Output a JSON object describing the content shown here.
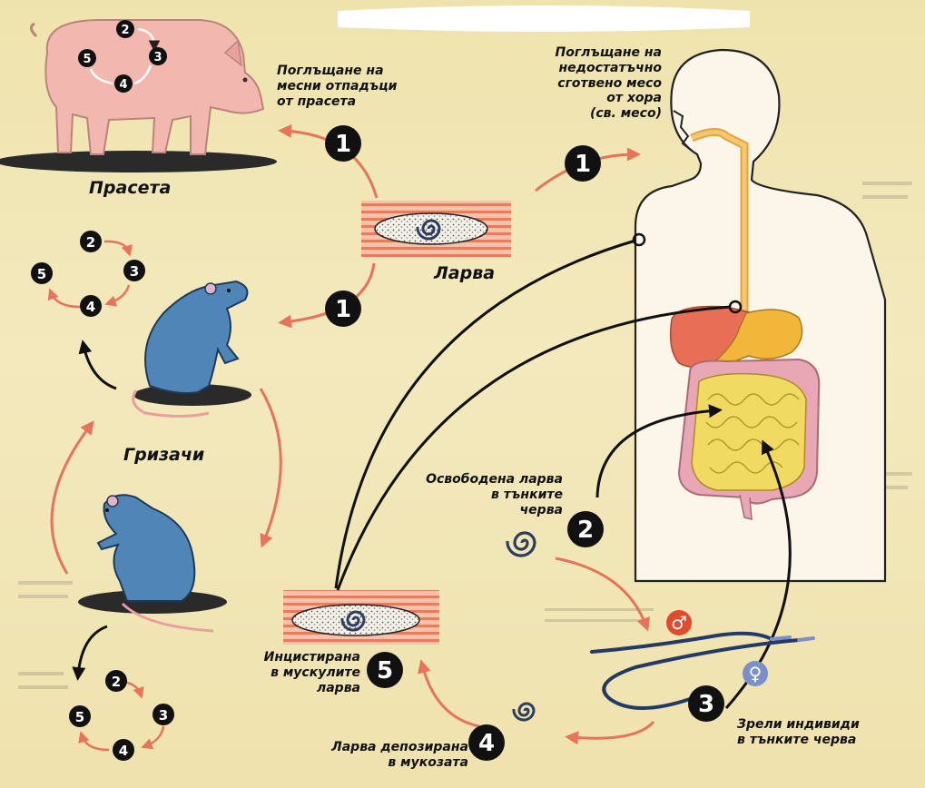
{
  "labels": {
    "pigs_caption": "Прасета",
    "pig_ingestion": [
      "Поглъщане на",
      "месни отпадъци",
      "от прасета"
    ],
    "human_ingestion": [
      "Поглъщане на",
      "недостатъчно",
      "сготвено месо",
      "от хора",
      "(св. месо)"
    ],
    "larva_caption": "Ларва",
    "rodents_caption": "Гризачи",
    "released_larva": [
      "Освободена ларва",
      "в тънките",
      "черва"
    ],
    "adults": [
      "Зрели индивиди",
      "в тънките черва"
    ],
    "deposited_larva": [
      "Ларва депозирана",
      "в мукозата"
    ],
    "encysted_larva": [
      "Инцистирана",
      "в мускулите",
      "ларва"
    ]
  },
  "stages": {
    "s1": "1",
    "s2": "2",
    "s3": "3",
    "s4": "4",
    "s5": "5"
  },
  "sex_symbols": {
    "male": "♂",
    "female": "♀"
  },
  "colors": {
    "background": "#f1e6b3",
    "arrow_red": "#e8735a",
    "arrow_black": "#111111",
    "badge": "#111111",
    "pig": "#f2b8b0",
    "rat": "#4f86b7",
    "muscle": "#e97b5d",
    "intestine": "#f0da62",
    "stomach": "#f2b63a",
    "liver": "#e86e55",
    "male_symbol": "#e24a2e",
    "female_symbol": "#7b8fc8"
  }
}
